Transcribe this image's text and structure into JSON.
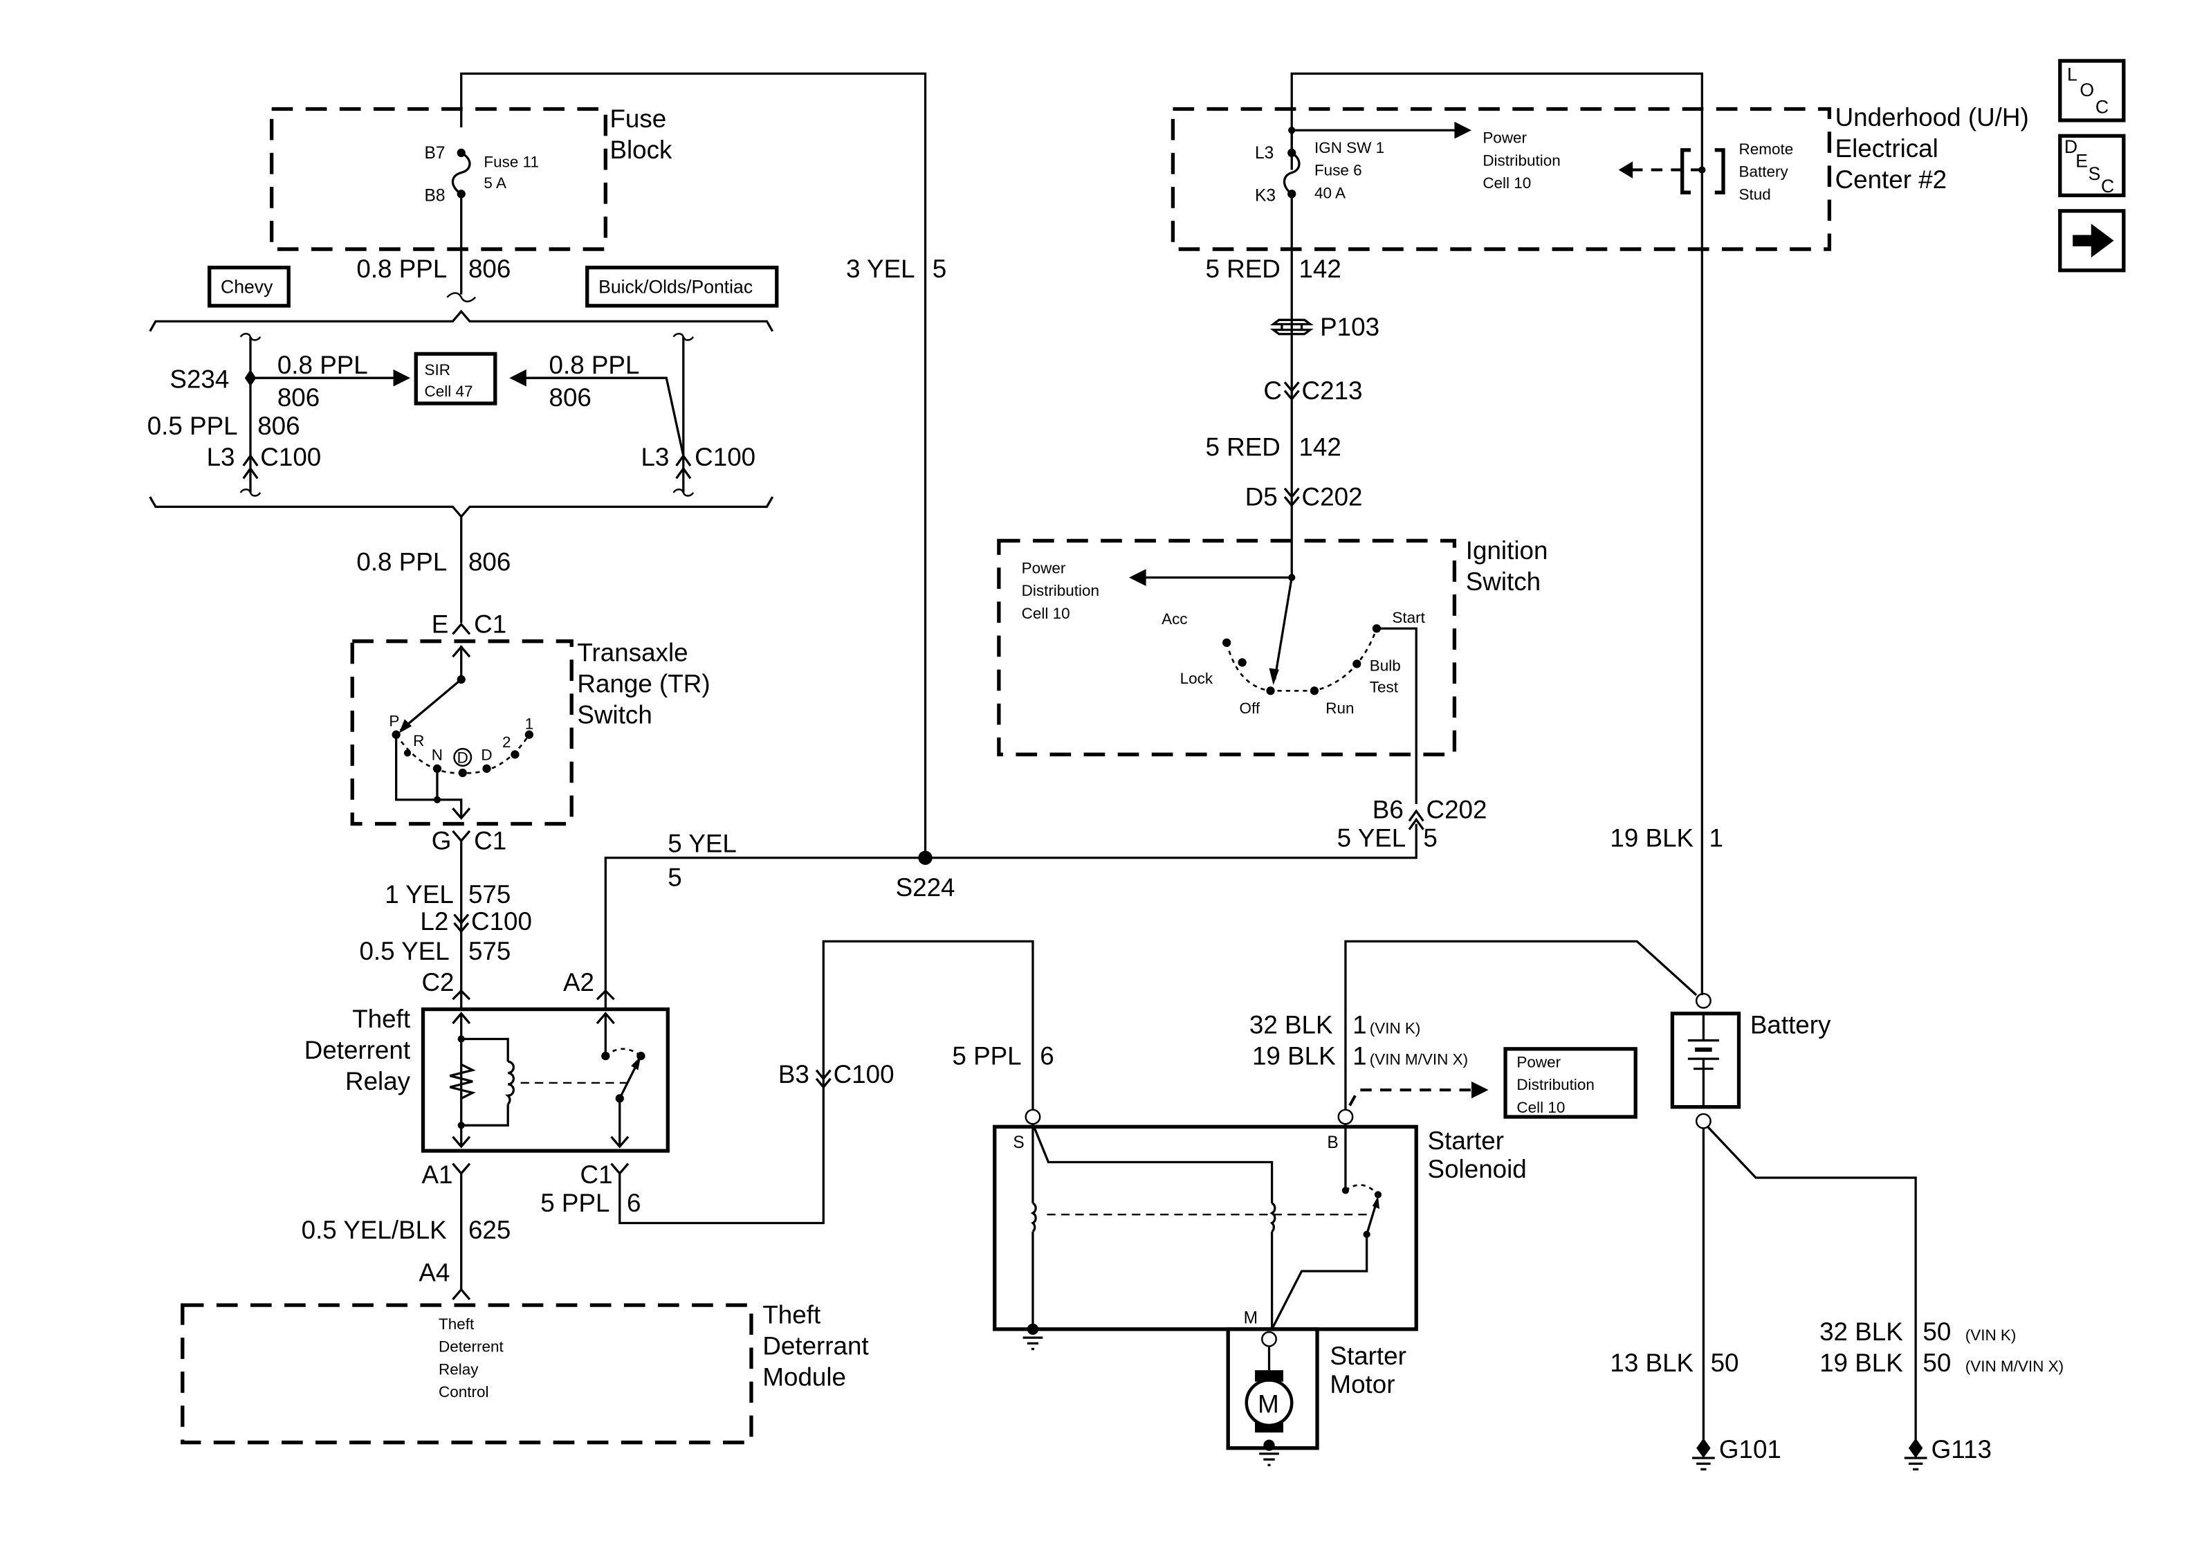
{
  "nav_buttons": {
    "loc": {
      "l1": "L",
      "l2": "O",
      "l3": "C"
    },
    "desc": {
      "l1": "D",
      "l2": "E",
      "l3": "S",
      "l4": "C"
    },
    "next": "next-arrow"
  },
  "components": {
    "fuse_block": {
      "title1": "Fuse",
      "title2": "Block",
      "fuse_name": "Fuse 11",
      "fuse_rating": "5 A",
      "pin_in": "B7",
      "pin_out": "B8"
    },
    "uh_center": {
      "title1": "Underhood (U/H)",
      "title2": "Electrical",
      "title3": "Center  #2",
      "fuse_name1": "IGN SW 1",
      "fuse_name2": "Fuse 6",
      "fuse_rating": "40 A",
      "pin_in": "L3",
      "pin_out": "K3",
      "pd1": "Power",
      "pd2": "Distribution",
      "pd3": "Cell 10",
      "stud1": "Remote",
      "stud2": "Battery",
      "stud3": "Stud"
    },
    "variants": {
      "chevy": "Chevy",
      "bop": "Buick/Olds/Pontiac"
    },
    "sir": {
      "l1": "SIR",
      "l2": "Cell 47"
    },
    "tr_switch": {
      "title1": "Transaxle",
      "title2": "Range (TR)",
      "title3": "Switch",
      "positions": [
        "P",
        "R",
        "N",
        "D",
        "D",
        "2",
        "1"
      ]
    },
    "ignition": {
      "title1": "Ignition",
      "title2": "Switch",
      "pd1": "Power",
      "pd2": "Distribution",
      "pd3": "Cell 10",
      "positions": {
        "acc": "Acc",
        "lock": "Lock",
        "off": "Off",
        "run": "Run",
        "bulb1": "Bulb",
        "bulb2": "Test",
        "start": "Start"
      }
    },
    "relay": {
      "title1": "Theft",
      "title2": "Deterrent",
      "title3": "Relay",
      "pins": {
        "c2": "C2",
        "a2": "A2",
        "a1": "A1",
        "c1": "C1"
      }
    },
    "module": {
      "title1": "Theft",
      "title2": "Deterrant",
      "title3": "Module",
      "inner1": "Theft",
      "inner2": "Deterrent",
      "inner3": "Relay",
      "inner4": "Control",
      "pin": "A4"
    },
    "solenoid": {
      "title1": "Starter",
      "title2": "Solenoid",
      "pin_s": "S",
      "pin_b": "B",
      "pin_m": "M",
      "pd1": "Power",
      "pd2": "Distribution",
      "pd3": "Cell 10"
    },
    "motor": {
      "title1": "Starter",
      "title2": "Motor",
      "symbol": "M"
    },
    "battery": {
      "title": "Battery"
    }
  },
  "wires": {
    "w806_top": {
      "gauge": "0.8 PPL",
      "circuit": "806"
    },
    "s234": "S234",
    "w806_chevy_sir": {
      "gauge": "0.8 PPL",
      "circuit": "806"
    },
    "w806_chevy_down": {
      "gauge": "0.5 PPL",
      "circuit": "806"
    },
    "w806_bop_sir": {
      "gauge": "0.8 PPL",
      "circuit": "806"
    },
    "c100_chevy": {
      "pin": "L3",
      "conn": "C100"
    },
    "c100_bop": {
      "pin": "L3",
      "conn": "C100"
    },
    "w806_lower": {
      "gauge": "0.8 PPL",
      "circuit": "806"
    },
    "tr_c1_top": {
      "pin": "E",
      "conn": "C1"
    },
    "tr_c1_bot": {
      "pin": "G",
      "conn": "C1"
    },
    "w575_a": {
      "gauge": "1 YEL",
      "circuit": "575"
    },
    "c100_l2": {
      "pin": "L2",
      "conn": "C100"
    },
    "w575_b": {
      "gauge": "0.5 YEL",
      "circuit": "575"
    },
    "w625": {
      "gauge": "0.5 YEL/BLK",
      "circuit": "625"
    },
    "w6_relay": {
      "gauge": "5 PPL",
      "circuit": "6"
    },
    "c100_b3": {
      "pin": "B3",
      "conn": "C100"
    },
    "w6_sol": {
      "gauge": "5 PPL",
      "circuit": "6"
    },
    "w5_top": {
      "gauge": "3 YEL",
      "circuit": "5"
    },
    "w5_mid": {
      "gauge": "5 YEL",
      "circuit": "5"
    },
    "s224": "S224",
    "c202_b6": {
      "pin": "B6",
      "conn": "C202"
    },
    "w5_ign": {
      "gauge": "5 YEL",
      "circuit": "5"
    },
    "w142_a": {
      "gauge": "5 RED",
      "circuit": "142"
    },
    "p103": "P103",
    "c213": {
      "pin": "C",
      "conn": "C213"
    },
    "w142_b": {
      "gauge": "5 RED",
      "circuit": "142"
    },
    "c202_d5": {
      "pin": "D5",
      "conn": "C202"
    },
    "w1_batt": {
      "gauge": "19 BLK",
      "circuit": "1"
    },
    "w1_sol_k": {
      "gauge": "32 BLK",
      "circuit": "1",
      "note": "(VIN K)"
    },
    "w1_sol_mx": {
      "gauge": "19 BLK",
      "circuit": "1",
      "note": "(VIN M/VIN X)"
    },
    "w50_g101": {
      "gauge": "13 BLK",
      "circuit": "50"
    },
    "w50_g113_k": {
      "gauge": "32 BLK",
      "circuit": "50",
      "note": "(VIN K)"
    },
    "w50_g113_mx": {
      "gauge": "19 BLK",
      "circuit": "50",
      "note": "(VIN M/VIN X)"
    },
    "g101": "G101",
    "g113": "G113"
  }
}
